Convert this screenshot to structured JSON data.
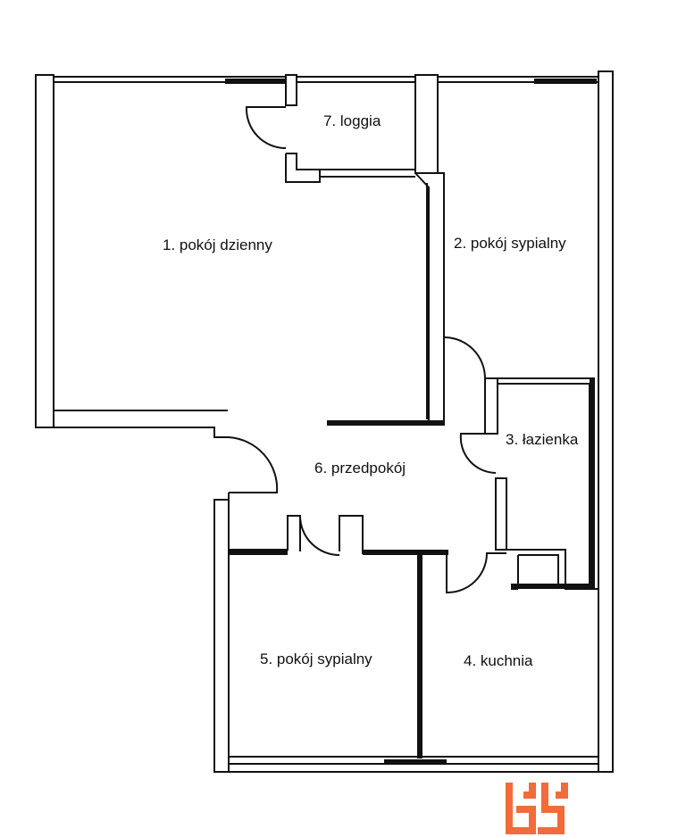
{
  "rooms": {
    "living_room": "1. pokój dzienny",
    "bedroom_2": "2. pokój sypialny",
    "bathroom": "3. łazienka",
    "kitchen": "4. kuchnia",
    "bedroom_5": "5. pokój sypialny",
    "hallway": "6. przedpokój",
    "loggia": "7. loggia"
  },
  "colors": {
    "wall": "#111111",
    "window": "#555555",
    "logo": "#f26b3a"
  },
  "logo": {
    "icon": "agency-logo-icon"
  }
}
